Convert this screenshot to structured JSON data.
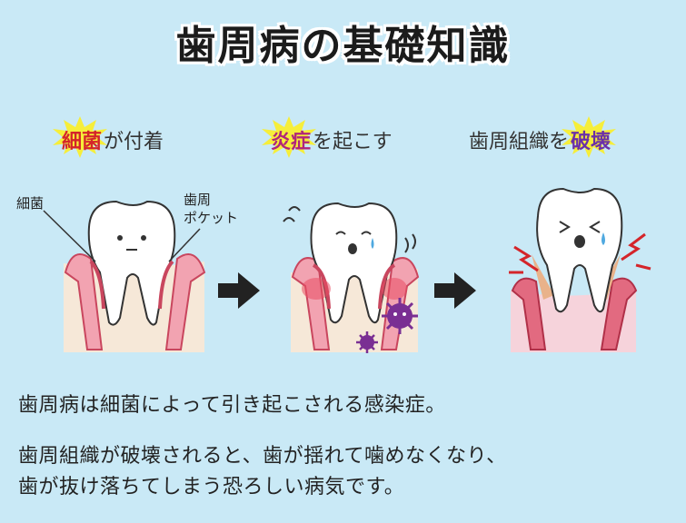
{
  "title": "歯周病の基礎知識",
  "stages": [
    {
      "highlight": "細菌",
      "rest": "が付着",
      "highlight_color": "#d4252a"
    },
    {
      "highlight": "炎症",
      "rest": "を起こす",
      "highlight_color": "#b0257a"
    },
    {
      "prefix": "歯周組織を",
      "highlight": "破壊",
      "highlight_color": "#6a2fa8"
    }
  ],
  "labels": {
    "bacteria": "細菌",
    "pocket_line1": "歯周",
    "pocket_line2": "ポケット"
  },
  "description": {
    "line1": "歯周病は細菌によって引き起こされる感染症。",
    "line2": "歯周組織が破壊されると、歯が揺れて噛めなくなり、",
    "line3": "歯が抜け落ちてしまう恐ろしい病気です。"
  },
  "colors": {
    "background": "#c9e9f6",
    "burst": "#f6ee3a",
    "gum": "#e67d8e",
    "bone": "#f6e8d8"
  },
  "icons": [
    "arrow-right-icon",
    "arrow-right-icon"
  ]
}
